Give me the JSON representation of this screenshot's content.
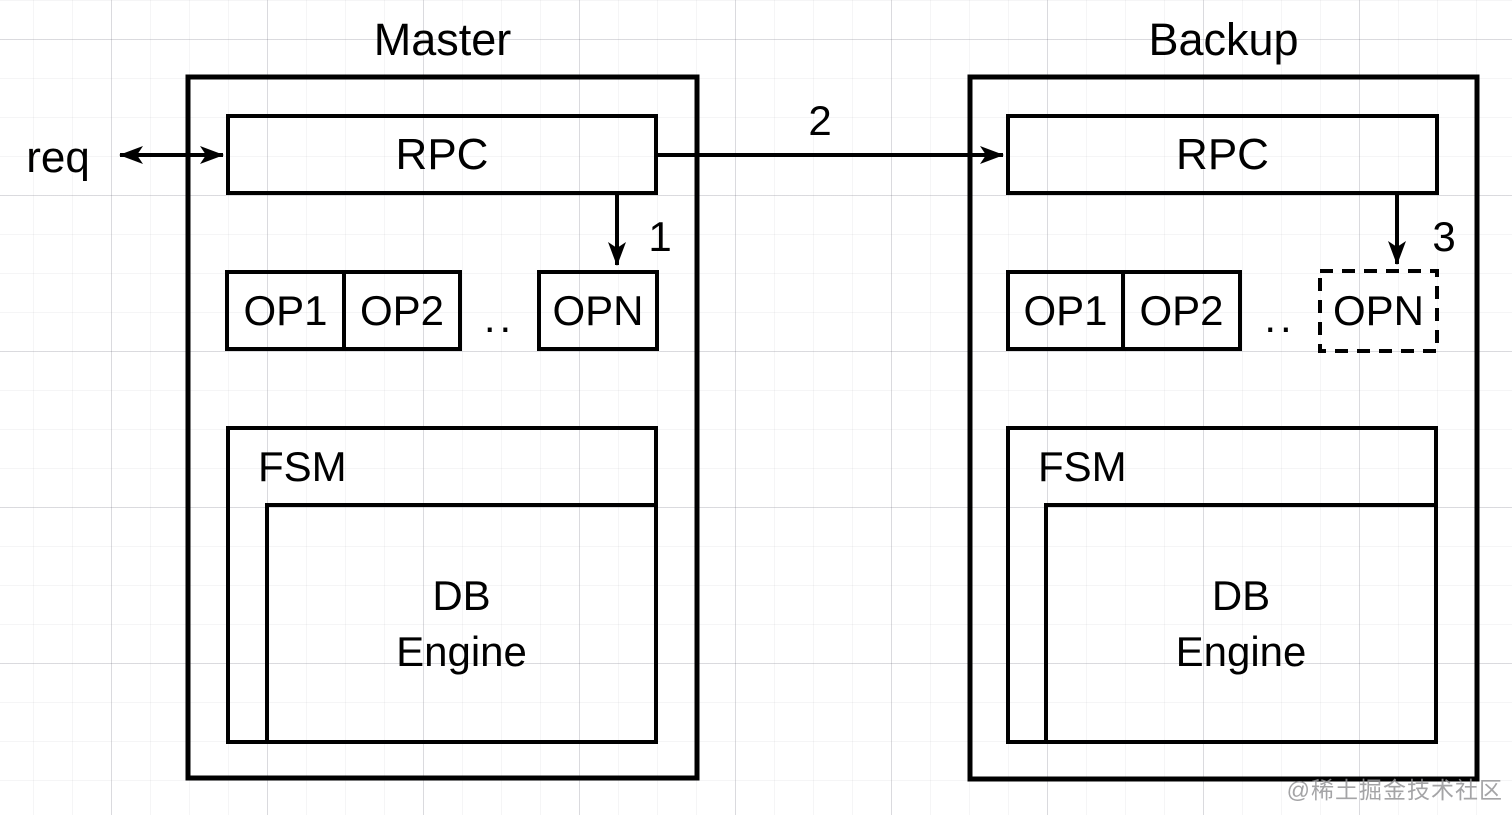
{
  "diagram": {
    "master": {
      "title": "Master",
      "rpc": "RPC",
      "op1": "OP1",
      "op2": "OP2",
      "dots": "..",
      "opn": "OPN",
      "fsm": "FSM",
      "db_line1": "DB",
      "db_line2": "Engine"
    },
    "backup": {
      "title": "Backup",
      "rpc": "RPC",
      "op1": "OP1",
      "op2": "OP2",
      "dots": "..",
      "opn": "OPN",
      "fsm": "FSM",
      "db_line1": "DB",
      "db_line2": "Engine"
    },
    "annotations": {
      "req": "req",
      "step1": "1",
      "step2": "2",
      "step3": "3"
    },
    "watermark": "@稀土掘金技术社区",
    "colors": {
      "stroke": "#000000",
      "background": "#ffffff",
      "watermark": "#949496"
    }
  }
}
